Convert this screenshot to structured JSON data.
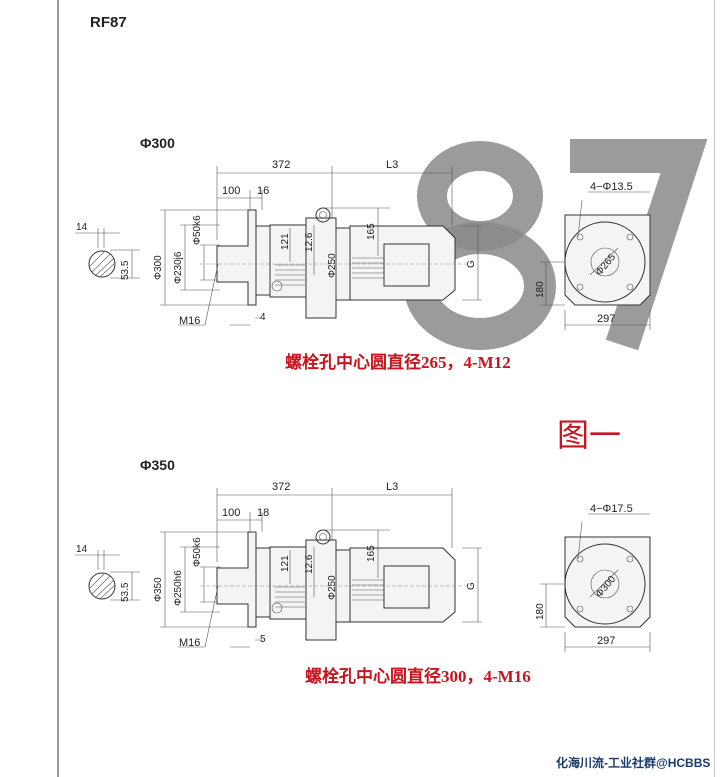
{
  "model": "RF87",
  "watermark_digits": "87",
  "drawings": [
    {
      "flange_label": "Φ300",
      "dim_372": "372",
      "dim_l3": "L3",
      "dim_100": "100",
      "dim_16": "16",
      "dim_14": "14",
      "dim_53_5": "53.5",
      "dim_flange_dia": "Φ300",
      "dim_spigot": "Φ230j6",
      "dim_shaft": "Φ50k6",
      "dim_121": "121",
      "dim_12_6": "12.6",
      "dim_250": "Φ250",
      "dim_165": "165",
      "dim_g": "G",
      "dim_m16": "M16",
      "dim_4": "4",
      "dim_holes": "4−Φ13.5",
      "dim_pcd": "Φ265",
      "dim_180": "180",
      "dim_297": "297",
      "note": "螺栓孔中心圆直径265，4-M12"
    },
    {
      "flange_label": "Φ350",
      "dim_372": "372",
      "dim_l3": "L3",
      "dim_100": "100",
      "dim_16": "18",
      "dim_14": "14",
      "dim_53_5": "53.5",
      "dim_flange_dia": "Φ350",
      "dim_spigot": "Φ250h6",
      "dim_shaft": "Φ50k6",
      "dim_121": "121",
      "dim_12_6": "12.6",
      "dim_250": "Φ250",
      "dim_165": "165",
      "dim_g": "G",
      "dim_m16": "M16",
      "dim_4": "5",
      "dim_holes": "4−Φ17.5",
      "dim_pcd": "Φ300",
      "dim_180": "180",
      "dim_297": "297",
      "note": "螺栓孔中心圆直径300，4-M16"
    }
  ],
  "figure_label": "图一",
  "site_watermark": "化海川流-工业社群@HCBBS"
}
